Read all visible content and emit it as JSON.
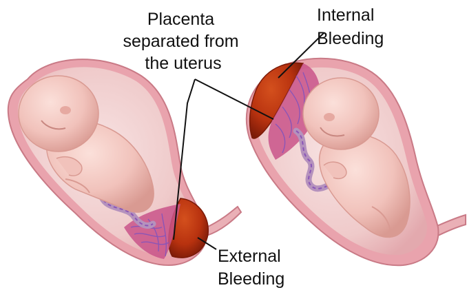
{
  "labels": {
    "placenta": [
      "Placenta",
      "separated from",
      "the uterus"
    ],
    "internal": [
      "Internal",
      "Bleeding"
    ],
    "external": [
      "External",
      "Bleeding"
    ]
  },
  "colors": {
    "uterus_wall": "#e9a3ad",
    "uterus_outline": "#c97a86",
    "uterus_fill": "#f3d3d4",
    "fetus": "#f1c2bb",
    "fetus_shadow": "#d99a92",
    "blood": "#b8320f",
    "blood_dark": "#7a1a08",
    "placenta": "#c9538a",
    "vessels": "#8a55b7",
    "cord": "#b592bd",
    "leader_line": "#111111"
  }
}
